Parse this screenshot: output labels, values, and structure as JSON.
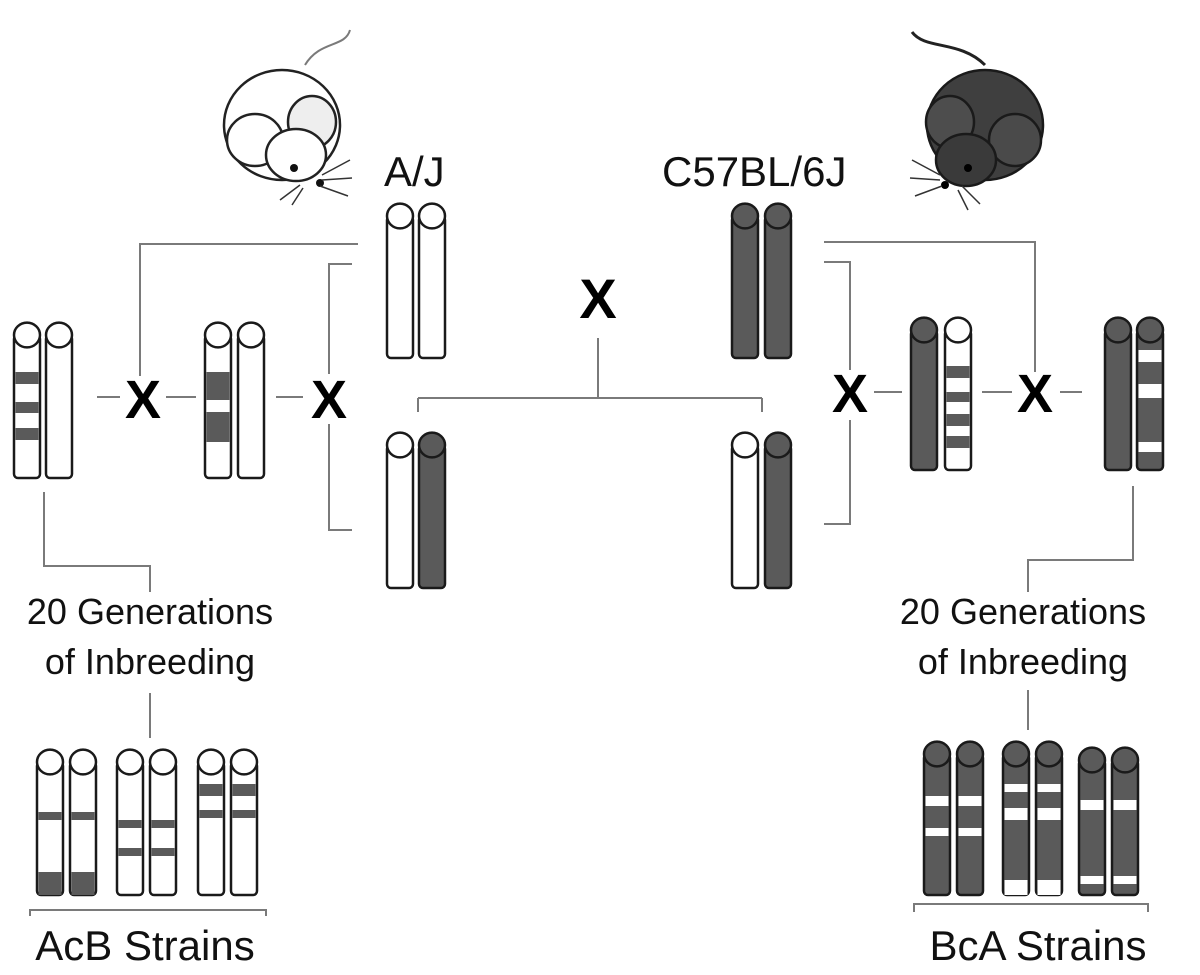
{
  "strains": {
    "left_parent": "A/J",
    "right_parent": "C57BL/6J"
  },
  "cross_symbol": "X",
  "inbreeding": {
    "left": [
      "20 Generations",
      "of Inbreeding"
    ],
    "right": [
      "20 Generations",
      "of Inbreeding"
    ]
  },
  "outcomes": {
    "left": "AcB Strains",
    "right": "BcA Strains"
  },
  "icons": {
    "left_mouse": "white-mouse-icon",
    "right_mouse": "black-mouse-icon"
  },
  "colors": {
    "a_j": "#ffffff",
    "c57bl6j": "#5a5a5a",
    "outline": "#1a1a1a",
    "connector": "#7a7a7a"
  }
}
